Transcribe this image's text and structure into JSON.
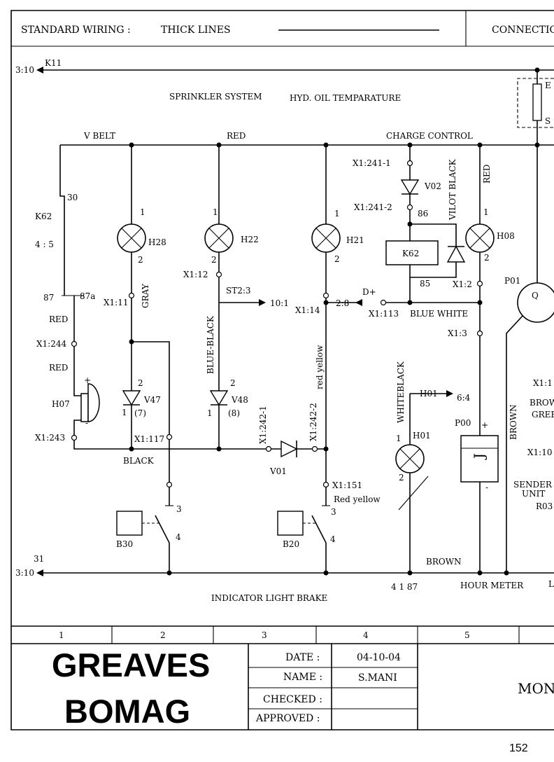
{
  "header": {
    "standard_wiring": "STANDARD WIRING :",
    "thick_lines": "THICK LINES",
    "connection": "CONNECTIO"
  },
  "labels": {
    "k11": "K11",
    "ref_top": "3:10",
    "sprinkler": "SPRINKLER SYSTEM",
    "hyd_oil": "HYD. OIL TEMPARATURE",
    "v_belt": "V BELT",
    "red_top": "RED",
    "charge_control": "CHARGE CONTROL",
    "e": "E",
    "s": "S",
    "n30": "30",
    "k62_left": "K62",
    "ref_45": "4 : 5",
    "n87": "87",
    "n87a": "87a",
    "red1": "RED",
    "x1_244": "X1:244",
    "red2": "RED",
    "h07": "H07",
    "x1_243": "X1:243",
    "black": "BLACK",
    "h28_1": "1",
    "h28": "H28",
    "h28_2": "2",
    "x1_11": "X1:11",
    "gray": "GRAY",
    "v47_2": "2",
    "v47": "V47",
    "v47_1": "1",
    "v47_7": "(7)",
    "x1_117": "X1:117",
    "h22_1": "1",
    "h22": "H22",
    "h22_2": "2",
    "x1_12": "X1:12",
    "st23": "ST2:3",
    "ref_101": "10:1",
    "blue_black": "BLUE-BLACK",
    "v48_2": "2",
    "v48": "V48",
    "v48_1": "1",
    "v48_8": "(8)",
    "x1_242_1": "X1:242-1",
    "x1_242_2": "X1:242-2",
    "v01": "V01",
    "h21_1": "1",
    "h21": "H21",
    "h21_2": "2",
    "x1_14": "X1:14",
    "red_yellow_v": "red yellow",
    "x1_151": "X1:151",
    "red_yellow": "Red yellow",
    "ref_28": "2:8",
    "d_plus": "D+",
    "x1_113": "X1:113",
    "blue_white": "BLUE WHITE",
    "x1_241_1": "X1:241-1",
    "v02": "V02",
    "x1_241_2": "X1:241-2",
    "n86": "86",
    "k62": "K62",
    "n85": "85",
    "vilot_black": "VILOT BLACK",
    "red_v": "RED",
    "h08_1": "1",
    "h08": "H08",
    "h08_2": "2",
    "x1_2": "X1:2",
    "x1_3": "X1:3",
    "p01": "P01",
    "q": "Q",
    "whiteblack": "WHITEBLACK",
    "h01_top": "H01",
    "ref_64": "6:4",
    "h01_1": "1",
    "h01": "H01",
    "h01_2": "2",
    "p00": "P00",
    "plus": "+",
    "minus": "-",
    "j": "J",
    "brown_v": "BROWN",
    "x1_1": "X1:1",
    "brow": "BROW",
    "gree": "GREE",
    "x1_10": "X1:10",
    "sender": "SENDER",
    "unit": "UNIT",
    "r03": "R03",
    "sw3_left": "3",
    "sw4_left": "4",
    "b30": "B30",
    "sw3_right": "3",
    "sw4_right": "4",
    "b20": "B20",
    "brown": "BROWN",
    "n31": "31",
    "ref_bottom": "3:10",
    "n4187": "4 1 87",
    "hour_meter": "HOUR METER",
    "l": "L",
    "indicator": "INDICATOR LIGHT BRAKE"
  },
  "columns": [
    "1",
    "2",
    "3",
    "4",
    "5"
  ],
  "title_block": {
    "brand_line1": "GREAVES",
    "brand_line2": "BOMAG",
    "date_label": "DATE :",
    "date_value": "04-10-04",
    "name_label": "NAME :",
    "name_value": "S.MANI",
    "checked_label": "CHECKED :",
    "approved_label": "APPROVED :",
    "title_partial": "MON"
  },
  "page_number": "152"
}
